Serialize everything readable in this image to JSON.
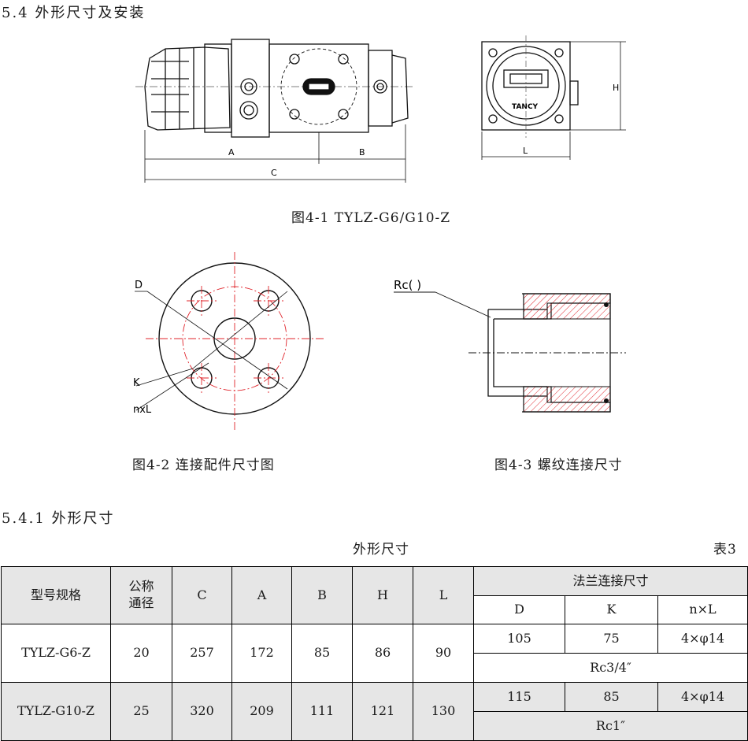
{
  "section_title": "5.4 外形尺寸及安装",
  "fig1": {
    "caption": "图4-1  TYLZ-G6/G10-Z",
    "dim_a": "A",
    "dim_b": "B",
    "dim_c": "C",
    "dim_l": "L",
    "dim_h": "H",
    "brand": "TANCY"
  },
  "fig2": {
    "caption": "图4-2 连接配件尺寸图",
    "label_d": "D",
    "label_k": "K",
    "label_nxl": "nxL"
  },
  "fig3": {
    "caption": "图4-3 螺纹连接尺寸",
    "label_rc": "Rc(  )"
  },
  "subsection_title": "5.4.1 外形尺寸",
  "table": {
    "title": "外形尺寸",
    "label": "表3",
    "headers": {
      "model": "型号规格",
      "nominal_line1": "公称",
      "nominal_line2": "通径",
      "c": "C",
      "a": "A",
      "b": "B",
      "h": "H",
      "l": "L",
      "flange": "法兰连接尺寸",
      "d": "D",
      "k": "K",
      "nxl": "n×L"
    },
    "rows": [
      {
        "model": "TYLZ-G6-Z",
        "dn": "20",
        "c": "257",
        "a": "172",
        "b": "85",
        "h": "86",
        "l": "90",
        "d": "105",
        "k": "75",
        "nxl": "4×φ14",
        "thread": "Rc3/4″"
      },
      {
        "model": "TYLZ-G10-Z",
        "dn": "25",
        "c": "320",
        "a": "209",
        "b": "111",
        "h": "121",
        "l": "130",
        "d": "115",
        "k": "85",
        "nxl": "4×φ14",
        "thread": "Rc1″"
      }
    ]
  }
}
